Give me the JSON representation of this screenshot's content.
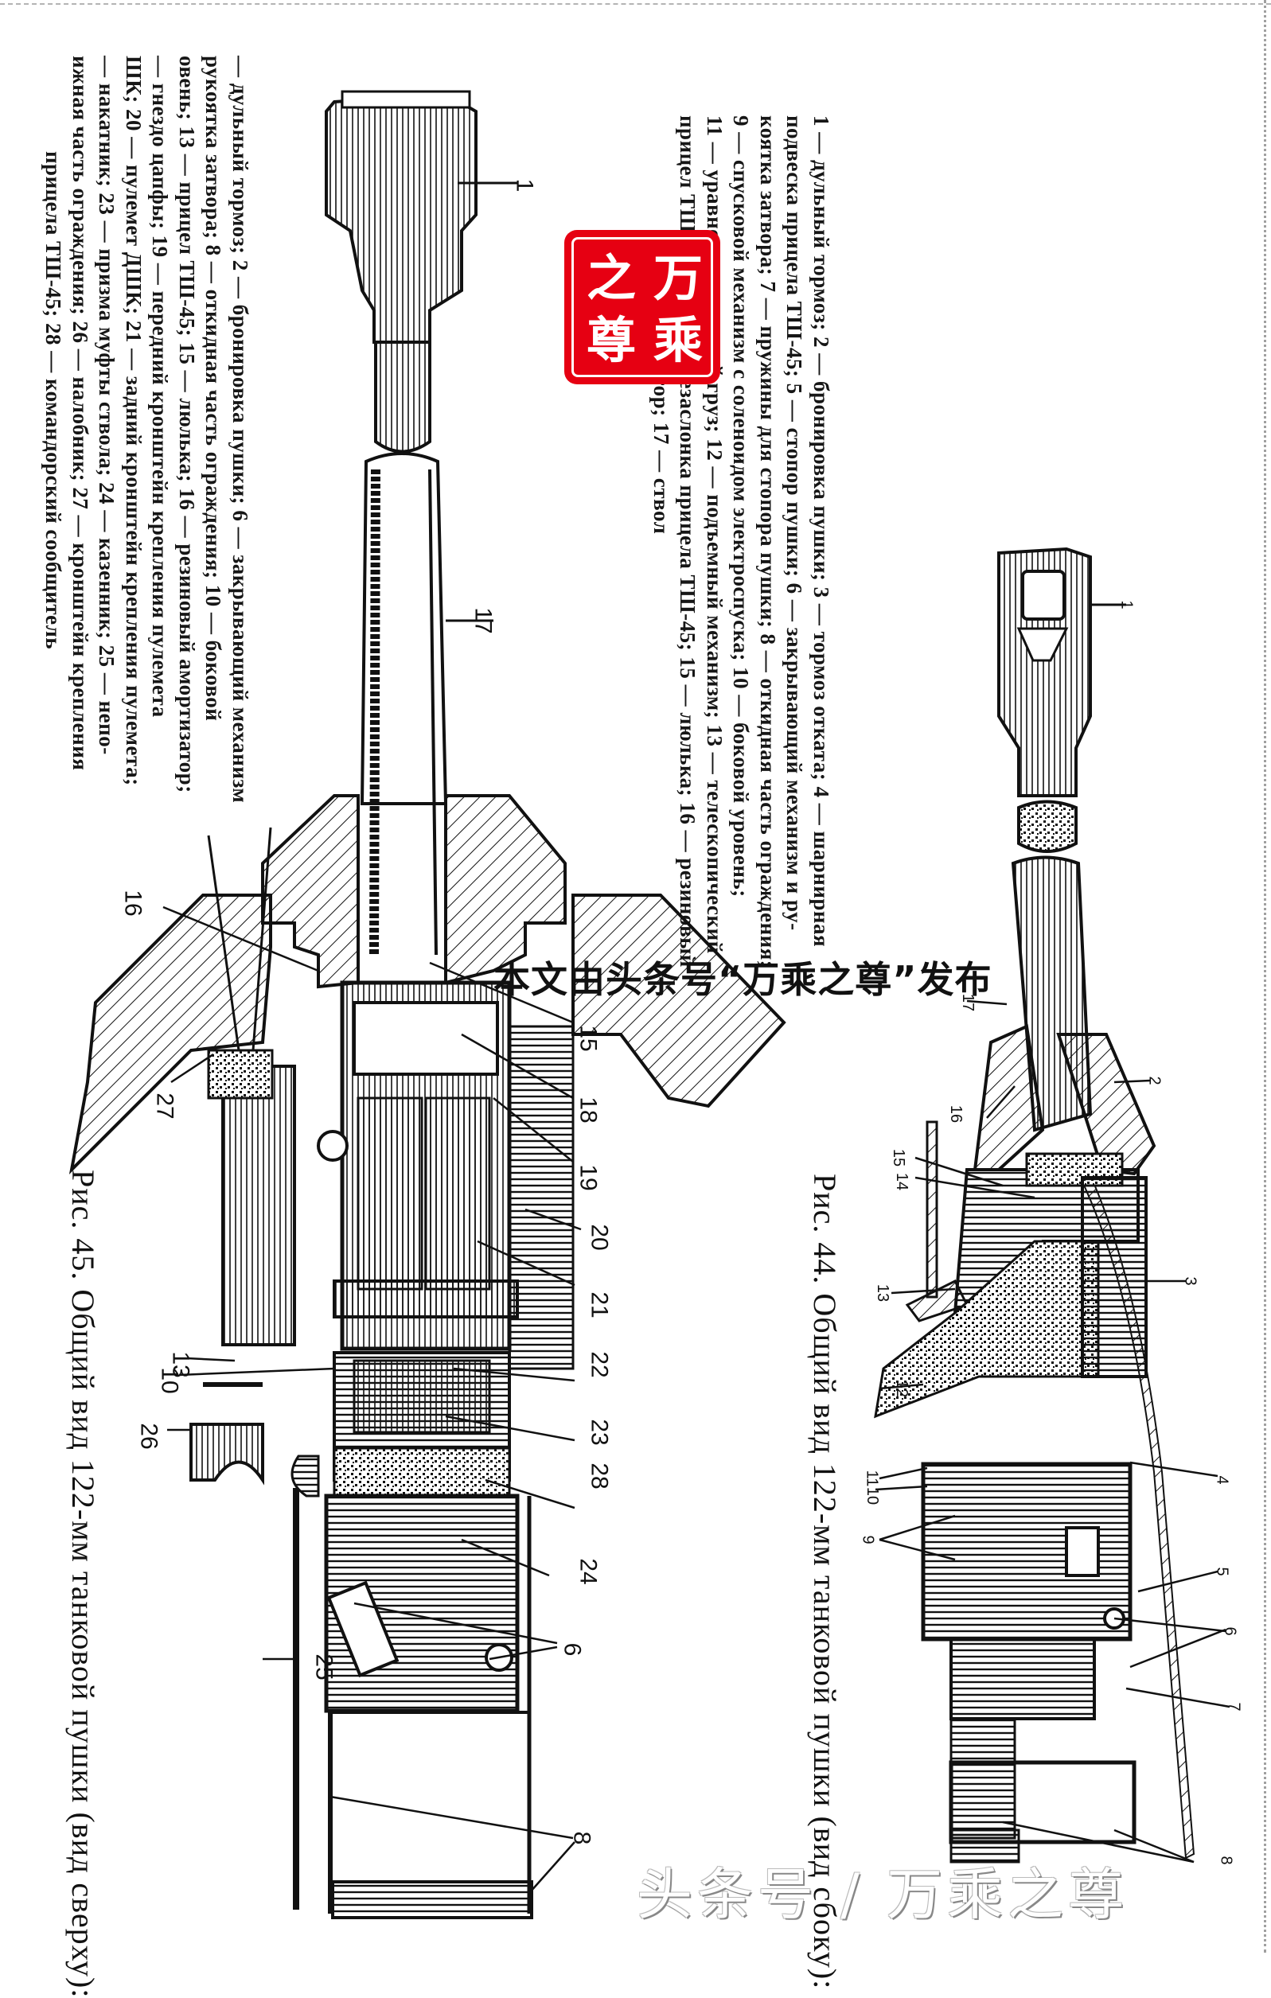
{
  "document": {
    "type": "scanned technical manual page (rotated 90°)",
    "figure_45": {
      "caption": "Рис. 45. Общий вид 122-мм танковой пушки (вид сверху):",
      "legend_lines": [
        "— дульный тормоз; 2 — бронировка пушки; 6 — закрывающий механизм",
        "рукоятка затвора; 8 — откидная часть ограждения; 10 — боковой",
        "овень; 13 — прицел ТШ-45; 15 — люлька; 16 — резиновый амортизатор;",
        "— гнездо цапфы; 19 — передний кронштейн крепления пулемета",
        "ШК; 20 — пулемет ДШК; 21 — задний кронштейн крепления пулемета;",
        "— накатник; 23 — призма муфты ствола; 24 — казенник; 25 — непо-",
        "ижная часть ограждения; 26 — налобник; 27 — кронштейн крепления",
        "прицела ТШ-45; 28 — командорский сообщитель"
      ],
      "callouts": [
        "1",
        "17",
        "16",
        "15",
        "18",
        "19",
        "20",
        "21",
        "22",
        "23",
        "28",
        "24",
        "6",
        "25",
        "8",
        "27",
        "13",
        "10",
        "26"
      ]
    },
    "figure_44": {
      "caption": "Рис. 44. Общий вид 122-мм танковой пушки (вид сбоку):",
      "legend_lines": [
        "1 — дульный тормоз; 2 — бронировка пушки; 3 — тормоз отката; 4 — шарнирная",
        "подвеска прицела ТШ-45; 5 — стопор пушки; 6 — закрывающий механизм и ру-",
        "коятка затвора; 7 — пружины для стопора пушки; 8 — откидная часть ограждения;",
        "9 — спусковой механизм с соленоидом электроспуска; 10 — боковой уровень;",
        "11 — уравновешивающий груз; 12 — подъемный механизм; 13 — телескопический",
        "прицел ТШ-45; 14 — бронезаслонка прицела ТШ-45; 15 — люлька; 16 — резиновый",
        "амортизатор; 17 — ствол"
      ],
      "callouts": [
        "1",
        "17",
        "2",
        "16",
        "15",
        "14",
        "13",
        "12",
        "3",
        "11",
        "10",
        "9",
        "4",
        "5",
        "6",
        "7",
        "8"
      ]
    },
    "watermarks": {
      "seal_chars": [
        "万",
        "乘",
        "之",
        "尊"
      ],
      "seal_color": "#e60012",
      "banner": "本文由头条号“万乘之尊”发布",
      "footer": "头条号 / 万乘之尊"
    }
  }
}
